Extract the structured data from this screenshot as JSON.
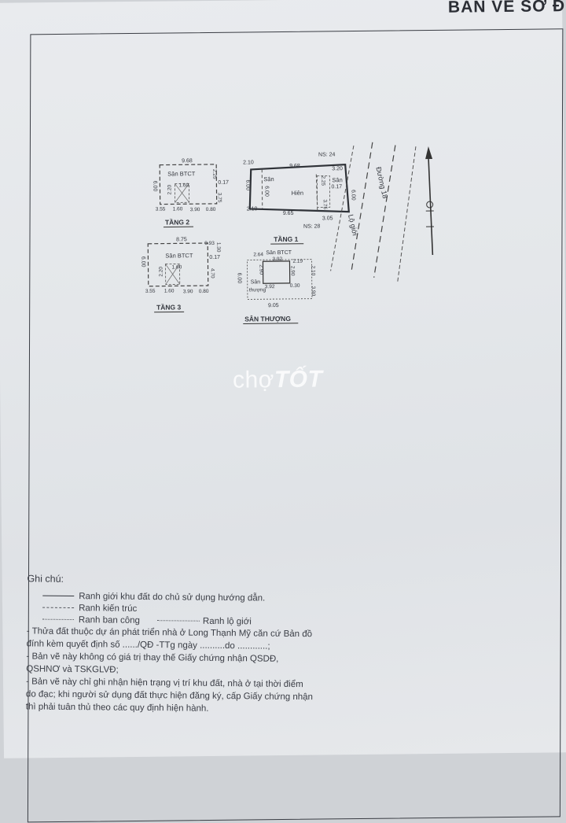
{
  "header": {
    "title": "BẢN VẼ SƠ Đ"
  },
  "plan": {
    "tang1": {
      "title": "TẦNG 1",
      "top_left": "2.10",
      "top_width": "9.68",
      "top_right": "3.20",
      "bottom_left": "2.10",
      "bottom_width": "9.65",
      "bottom_right": "3.05",
      "left_depth": "6.00",
      "inner_depth": "6.00",
      "right_depth": "6.00",
      "san_left": "Sân",
      "hien": "Hiên",
      "san_right": "Sân",
      "right_small": "0.17",
      "hien_a": "2.25",
      "hien_b": "3.75",
      "ns_top": "NS: 24",
      "ns_bottom": "NS: 28"
    },
    "road": {
      "street": "Đường 18",
      "lo_gioi": "Lộ giới"
    },
    "tang2": {
      "title": "TẦNG 2",
      "width": "9.68",
      "depth": "6.00",
      "room": "Sân BTCT",
      "inner": "1.60",
      "inner_h": "2.20",
      "right_top": "2.25",
      "right_small": "0.17",
      "right_bottom": "3.75",
      "b1": "3.55",
      "b2": "1.60",
      "b3": "3.90",
      "b4": "0.80"
    },
    "tang3": {
      "title": "TẦNG 3",
      "width": "8.75",
      "depth": "6.00",
      "room": "Sân BTCT",
      "right_top": "0.93",
      "right_top2": "1.30",
      "right_small": "0.17",
      "right_bottom": "4.70",
      "inner": "1.60",
      "inner_h": "2.20",
      "b1": "3.55",
      "b2": "1.60",
      "b3": "3.90",
      "b4": "0.80"
    },
    "santhuong": {
      "title": "SÂN THƯỢNG",
      "t1": "2.64",
      "room_top": "Sân BTCT",
      "t2": "3.92",
      "t3": "2.19",
      "left_depth": "6.00",
      "v1": "2.90",
      "v2": "2.90",
      "v3": "2.10",
      "san_label": "Sân",
      "san_sub": "thượng",
      "b_inner": "3.92",
      "b_small": "0.30",
      "right_bottom": "3.90",
      "bottom_width": "9.05"
    }
  },
  "watermark": {
    "part1": "chợ",
    "part2": "TỐT"
  },
  "notes": {
    "heading": "Ghi chú:",
    "legend": [
      {
        "style": "solid",
        "label": "Ranh giới khu đất do chủ sử dụng hướng dẫn."
      },
      {
        "style": "dashed",
        "label": "Ranh kiến trúc"
      },
      {
        "style": "dotted",
        "label": "Ranh ban công"
      }
    ],
    "legend_extra": "Ranh lộ giới",
    "paragraphs": [
      "- Thửa đất thuộc dự án phát triển nhà ở Long Thạnh Mỹ căn cứ Bản đồ\nđính kèm quyết định số ....../QĐ -TTg ngày ..........do ............;",
      "- Bản vẽ này không có giá trị thay thế Giấy chứng nhận QSDĐ,\nQSHNƠ và TSKGLVĐ;",
      "- Bản vẽ này chỉ ghi nhận hiện trạng vị trí khu đất, nhà ở tại thời điểm\ndo đạc; khi người sử dụng đất thực hiện đăng ký, cấp Giấy chứng nhận\nthì phải tuân thủ theo các quy định hiện hành."
    ]
  }
}
